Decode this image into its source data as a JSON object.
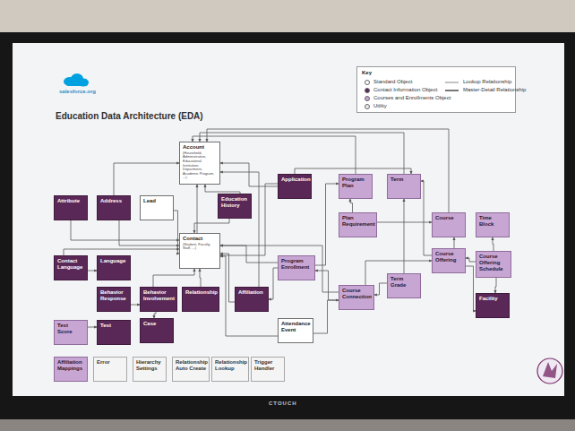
{
  "diagram": {
    "title": "Education Data Architecture (EDA)",
    "nodes": [
      {
        "text": [
          "Account",
          "(Household, Administrative, Educational Institution, Department, Academic Program, ...)"
        ]
      },
      {
        "text": [
          "Application"
        ]
      },
      {
        "text": [
          "Program Plan"
        ]
      },
      {
        "text": [
          "Term"
        ]
      },
      {
        "text": [
          "Attribute"
        ]
      },
      {
        "text": [
          "Address"
        ]
      },
      {
        "text": [
          "Lead"
        ]
      },
      {
        "text": [
          "Education History"
        ]
      },
      {
        "text": [
          "Plan Requirement"
        ]
      },
      {
        "text": [
          "Course"
        ]
      },
      {
        "text": [
          "Time Block"
        ]
      },
      {
        "text": [
          "Contact",
          "(Student, Faculty, Staff, ...)"
        ]
      },
      {
        "text": [
          "Course Offering"
        ]
      },
      {
        "text": [
          "Course Offering Schedule"
        ]
      },
      {
        "text": [
          "Contact Language"
        ]
      },
      {
        "text": [
          "Language"
        ]
      },
      {
        "text": [
          "Program Enrollment"
        ]
      },
      {
        "text": [
          "Term Grade"
        ]
      },
      {
        "text": [
          "Course Connection"
        ]
      },
      {
        "text": [
          "Behavior Response"
        ]
      },
      {
        "text": [
          "Behavior Involvement"
        ]
      },
      {
        "text": [
          "Relationship"
        ]
      },
      {
        "text": [
          "Affiliation"
        ]
      },
      {
        "text": [
          "Facility"
        ]
      },
      {
        "text": [
          "Test Score"
        ]
      },
      {
        "text": [
          "Test"
        ]
      },
      {
        "text": [
          "Case"
        ]
      },
      {
        "text": [
          "Attendance Event"
        ]
      },
      {
        "text": [
          "Affiliation Mappings"
        ]
      },
      {
        "text": [
          "Error"
        ]
      },
      {
        "text": [
          "Hierarchy Settings"
        ]
      },
      {
        "text": [
          "Relationship Auto Create"
        ]
      },
      {
        "text": [
          "Relationship Lookup"
        ]
      },
      {
        "text": [
          "Trigger Handler"
        ]
      }
    ],
    "edges": [
      {
        "from": 4,
        "to": 11,
        "arrow": "to"
      },
      {
        "from": 5,
        "to": 0,
        "arrow": "to"
      },
      {
        "from": 5,
        "to": 11,
        "arrow": "to"
      },
      {
        "from": 6,
        "to": 11,
        "arrow": "to"
      },
      {
        "from": 7,
        "to": 0,
        "arrow": "to"
      },
      {
        "from": 7,
        "to": 11,
        "arrow": "to"
      },
      {
        "from": 11,
        "to": 0,
        "arrow": "to"
      },
      {
        "from": 14,
        "to": 11,
        "arrow": "to"
      },
      {
        "from": 14,
        "to": 15,
        "arrow": "to"
      },
      {
        "from": 19,
        "to": 20,
        "arrow": "to"
      },
      {
        "from": 20,
        "to": 11,
        "arrow": "to"
      },
      {
        "from": 20,
        "to": 26,
        "arrow": "to"
      },
      {
        "from": 21,
        "to": 11,
        "arrow": "to"
      },
      {
        "from": 22,
        "to": 11,
        "arrow": "to"
      },
      {
        "from": 22,
        "to": 0,
        "arrow": "to"
      },
      {
        "from": 24,
        "to": 25,
        "arrow": "to"
      },
      {
        "from": 1,
        "to": 11,
        "arrow": "to"
      },
      {
        "from": 1,
        "to": 0,
        "arrow": "to"
      },
      {
        "from": 1,
        "to": 3,
        "arrow": "to"
      },
      {
        "from": 2,
        "to": 0,
        "arrow": "to"
      },
      {
        "from": 8,
        "to": 2,
        "arrow": "to"
      },
      {
        "from": 8,
        "to": 9,
        "arrow": "to"
      },
      {
        "from": 3,
        "to": 0,
        "arrow": "to"
      },
      {
        "from": 9,
        "to": 0,
        "arrow": "to"
      },
      {
        "from": 12,
        "to": 9,
        "arrow": "to"
      },
      {
        "from": 12,
        "to": 3,
        "arrow": "to"
      },
      {
        "from": 13,
        "to": 12,
        "arrow": "to"
      },
      {
        "from": 13,
        "to": 10,
        "arrow": "to"
      },
      {
        "from": 13,
        "to": 23,
        "arrow": "to"
      },
      {
        "from": 12,
        "to": 23,
        "arrow": "to"
      },
      {
        "from": 16,
        "to": 11,
        "arrow": "to"
      },
      {
        "from": 16,
        "to": 2,
        "arrow": "to"
      },
      {
        "from": 16,
        "to": 22,
        "arrow": "to"
      },
      {
        "from": 18,
        "to": 16,
        "arrow": "to"
      },
      {
        "from": 18,
        "to": 12,
        "arrow": "to"
      },
      {
        "from": 18,
        "to": 11,
        "arrow": "to"
      },
      {
        "from": 17,
        "to": 18,
        "arrow": "to"
      },
      {
        "from": 17,
        "to": 3,
        "arrow": "to"
      },
      {
        "from": 27,
        "to": 18,
        "arrow": "to"
      },
      {
        "from": 27,
        "to": 11,
        "arrow": "to"
      }
    ],
    "labels": [
      "salesforce.org",
      "Key",
      "CTOUCH"
    ],
    "legend": [
      {
        "text": "Standard Object",
        "color": "#ffffff"
      },
      {
        "text": "Contact Information Object",
        "color": "#5a2857"
      },
      {
        "text": "Courses and Enrollments Object",
        "color": "#c8a6d3"
      },
      {
        "text": "Utility",
        "color": "#eeeeee"
      },
      {
        "text": "Lookup Relationship"
      },
      {
        "text": "Master-Detail Relationship"
      }
    ]
  }
}
